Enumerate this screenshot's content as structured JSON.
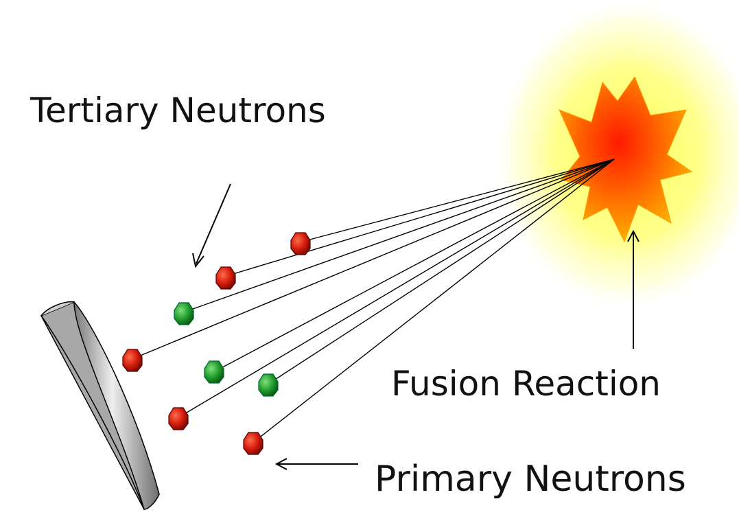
{
  "diagram": {
    "labels": {
      "tertiary": "Tertiary Neutrons",
      "fusion": "Fusion Reaction",
      "primary": "Primary Neutrons"
    },
    "colors": {
      "primary_neutron": "#cc1a0a",
      "tertiary_neutron": "#1e9a2a",
      "burst_core": "#ff2a00",
      "burst_outer": "#ff9a00",
      "glow": "#ffff66",
      "detector": "#bdbdbd"
    },
    "neutrons": [
      {
        "kind": "primary"
      },
      {
        "kind": "primary"
      },
      {
        "kind": "tertiary"
      },
      {
        "kind": "primary"
      },
      {
        "kind": "tertiary"
      },
      {
        "kind": "tertiary"
      },
      {
        "kind": "primary"
      },
      {
        "kind": "primary"
      }
    ],
    "icons": [
      "fusion-burst-icon",
      "detector-disk-icon",
      "neutron-icon"
    ]
  }
}
